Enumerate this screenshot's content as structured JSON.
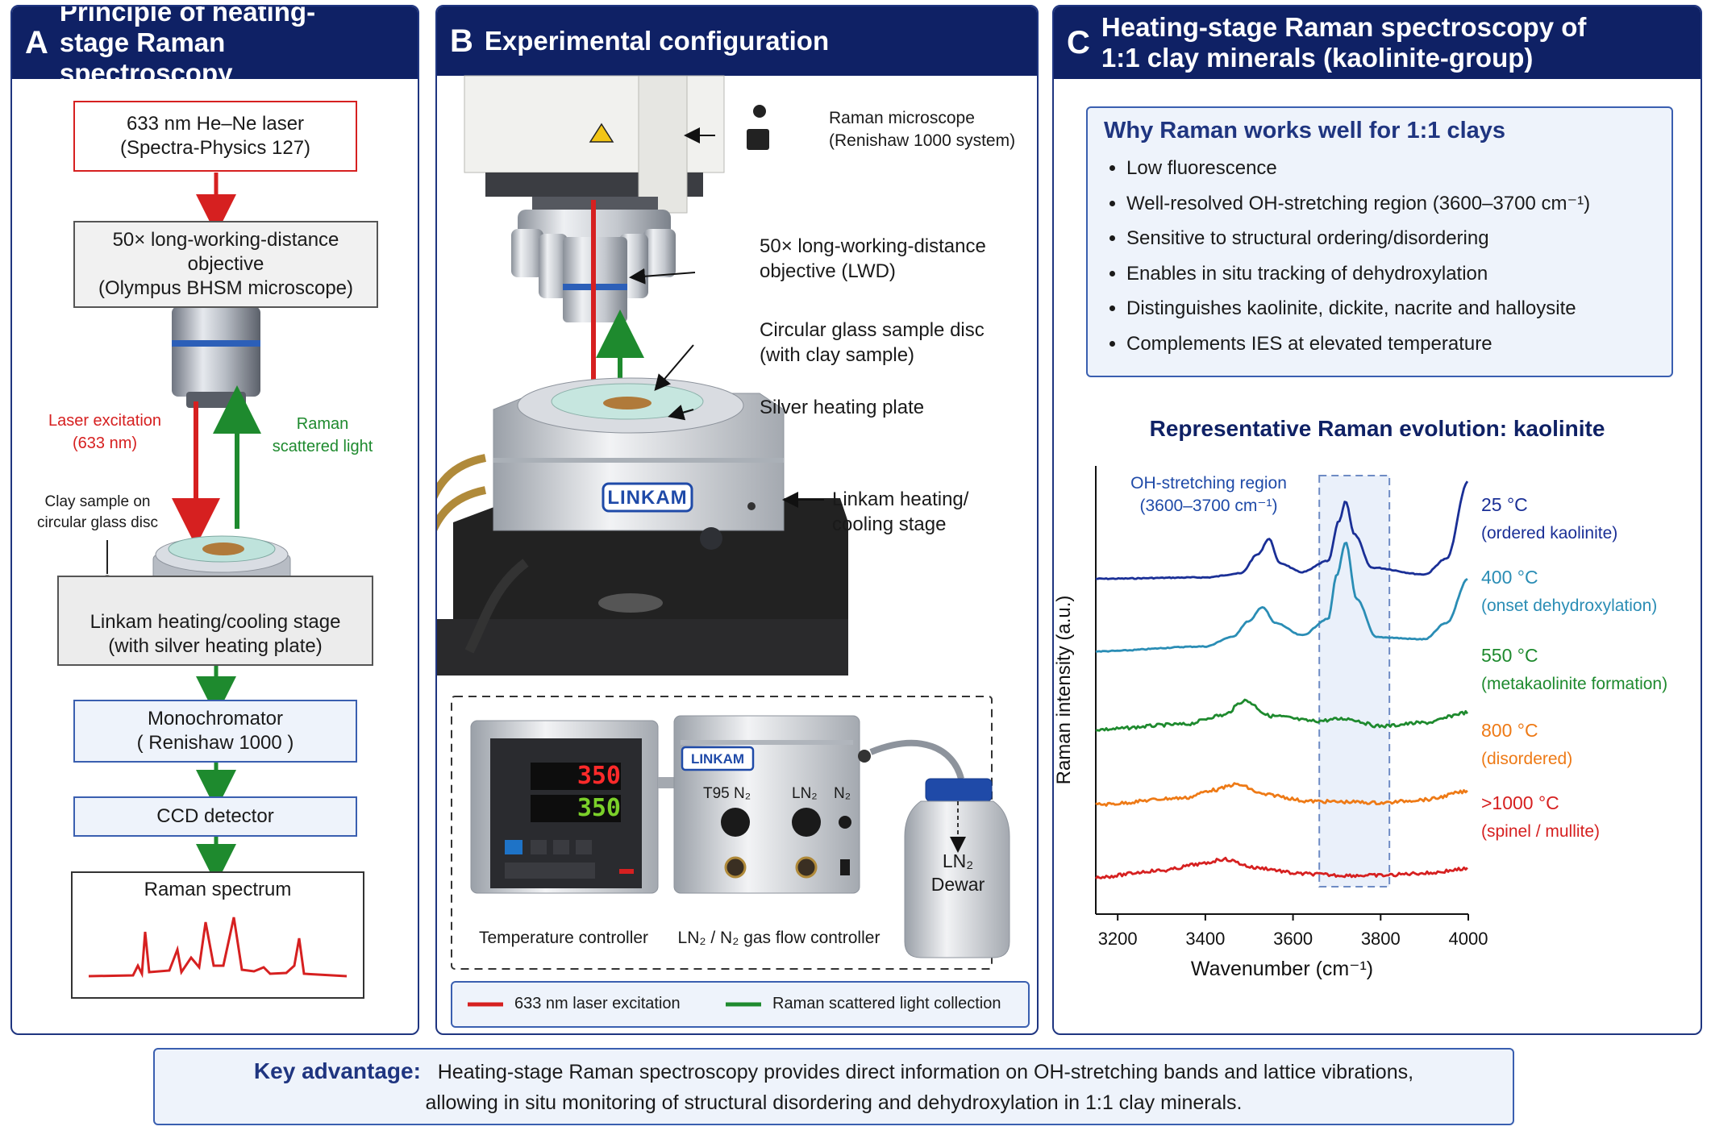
{
  "panelA": {
    "letter": "A",
    "title": "Principle of heating-stage Raman spectroscopy",
    "laser_box": [
      "633 nm He–Ne laser",
      "(Spectra-Physics 127)"
    ],
    "objective_box": [
      "50× long-working-distance",
      "objective",
      "(Olympus BHSM microscope)"
    ],
    "excitation_label": [
      "Laser excitation",
      "(633 nm)"
    ],
    "scatter_label": [
      "Raman",
      "scattered light"
    ],
    "sample_label": [
      "Clay sample on",
      "circular glass disc"
    ],
    "stage_box": [
      "Linkam heating/cooling stage",
      "(with silver heating plate)"
    ],
    "mono_box": [
      "Monochromator",
      "( Renishaw 1000 )"
    ],
    "ccd_box": "CCD detector",
    "spectrum_title": "Raman spectrum"
  },
  "panelB": {
    "letter": "B",
    "title": "Experimental configuration",
    "callouts": {
      "microscope": [
        "Raman microscope",
        "(Renishaw 1000 system)"
      ],
      "objective": [
        "50× long-working-distance",
        "objective (LWD)"
      ],
      "disc": [
        "Circular glass sample disc",
        "(with clay sample)"
      ],
      "plate": "Silver heating plate",
      "stage": [
        "Linkam heating/",
        "cooling stage"
      ]
    },
    "stage_logo": "LINKAM",
    "controller": {
      "display_top": "350",
      "display_bottom": "350",
      "label": "Temperature controller"
    },
    "gas_controller": {
      "logo": "LINKAM",
      "knob_labels": [
        "T95 N₂",
        "LN₂",
        "N₂"
      ],
      "label": "LN₂ / N₂ gas flow controller"
    },
    "dewar_label": [
      "LN₂",
      "Dewar"
    ],
    "legend": {
      "laser": "633 nm laser excitation",
      "raman": "Raman scattered light collection"
    }
  },
  "panelC": {
    "letter": "C",
    "title": "Heating-stage Raman spectroscopy of 1:1 clay minerals (kaolinite-group)",
    "why_title": "Why Raman works well for 1:1 clays",
    "why_items": [
      "Low fluorescence",
      "Well-resolved OH-stretching region (3600–3700 cm⁻¹)",
      "Sensitive to structural ordering/disordering",
      "Enables in situ tracking of dehydroxylation",
      "Distinguishes kaolinite, dickite, nacrite and halloysite",
      "Complements IES at elevated temperature"
    ]
  },
  "key": {
    "label": "Key advantage:",
    "line1": "Heating-stage Raman spectroscopy provides direct information on OH-stretching bands and lattice vibrations,",
    "line2": "allowing in situ monitoring of structural disordering and dehydroxylation in 1:1 clay minerals."
  },
  "colors": {
    "navy": "#0f2165",
    "laser_red": "#d62020",
    "raman_green": "#1e8a2e",
    "box_fill": "#eef3fb",
    "box_border": "#3a5fb0"
  },
  "chart_data": {
    "type": "line",
    "title": "Representative Raman evolution: kaolinite",
    "xlabel": "Wavenumber (cm⁻¹)",
    "ylabel": "Raman intensity (a.u.)",
    "xlim": [
      3150,
      4000
    ],
    "xticks": [
      3200,
      3400,
      3600,
      3800,
      4000
    ],
    "highlight_region": [
      3660,
      3820
    ],
    "highlight_label": [
      "OH-stretching region",
      "(3600–3700 cm⁻¹)"
    ],
    "series": [
      {
        "name": "25 °C",
        "label": "(ordered kaolinite)",
        "color": "#1a2f96",
        "x": [
          3150,
          3400,
          3480,
          3520,
          3545,
          3570,
          3620,
          3680,
          3705,
          3720,
          3740,
          3780,
          3900,
          3950,
          4000
        ],
        "y": [
          0,
          0.03,
          0.12,
          0.55,
          0.9,
          0.35,
          0.15,
          0.4,
          1.3,
          1.75,
          1.0,
          0.25,
          0.1,
          0.45,
          2.2
        ]
      },
      {
        "name": "400 °C",
        "label": "(onset dehydroxylation)",
        "color": "#2a8db5",
        "x": [
          3150,
          3400,
          3460,
          3500,
          3530,
          3560,
          3620,
          3680,
          3700,
          3720,
          3745,
          3790,
          3900,
          3950,
          4000
        ],
        "y": [
          0,
          0.12,
          0.35,
          0.75,
          1.1,
          0.7,
          0.4,
          0.8,
          1.9,
          2.7,
          1.3,
          0.35,
          0.3,
          0.7,
          1.8
        ]
      },
      {
        "name": "550 °C",
        "label": "(metakaolinite formation)",
        "color": "#1e8a2e",
        "x": [
          3150,
          3350,
          3440,
          3490,
          3550,
          3650,
          3720,
          3800,
          3900,
          4000
        ],
        "y": [
          0,
          0.15,
          0.42,
          0.85,
          0.4,
          0.25,
          0.32,
          0.1,
          0.2,
          0.5
        ]
      },
      {
        "name": "800 °C",
        "label": "(disordered)",
        "color": "#ee7a16",
        "x": [
          3150,
          3350,
          3420,
          3470,
          3540,
          3640,
          3720,
          3800,
          3900,
          4000
        ],
        "y": [
          0,
          0.2,
          0.45,
          0.62,
          0.3,
          0.1,
          0.08,
          0.05,
          0.15,
          0.4
        ]
      },
      {
        "name": ">1000 °C",
        "label": "(spinel / mullite)",
        "color": "#d62020",
        "x": [
          3150,
          3300,
          3390,
          3440,
          3520,
          3620,
          3720,
          3800,
          3900,
          4000
        ],
        "y": [
          0,
          0.2,
          0.4,
          0.55,
          0.28,
          0.1,
          0.05,
          0.05,
          0.12,
          0.25
        ]
      }
    ]
  }
}
